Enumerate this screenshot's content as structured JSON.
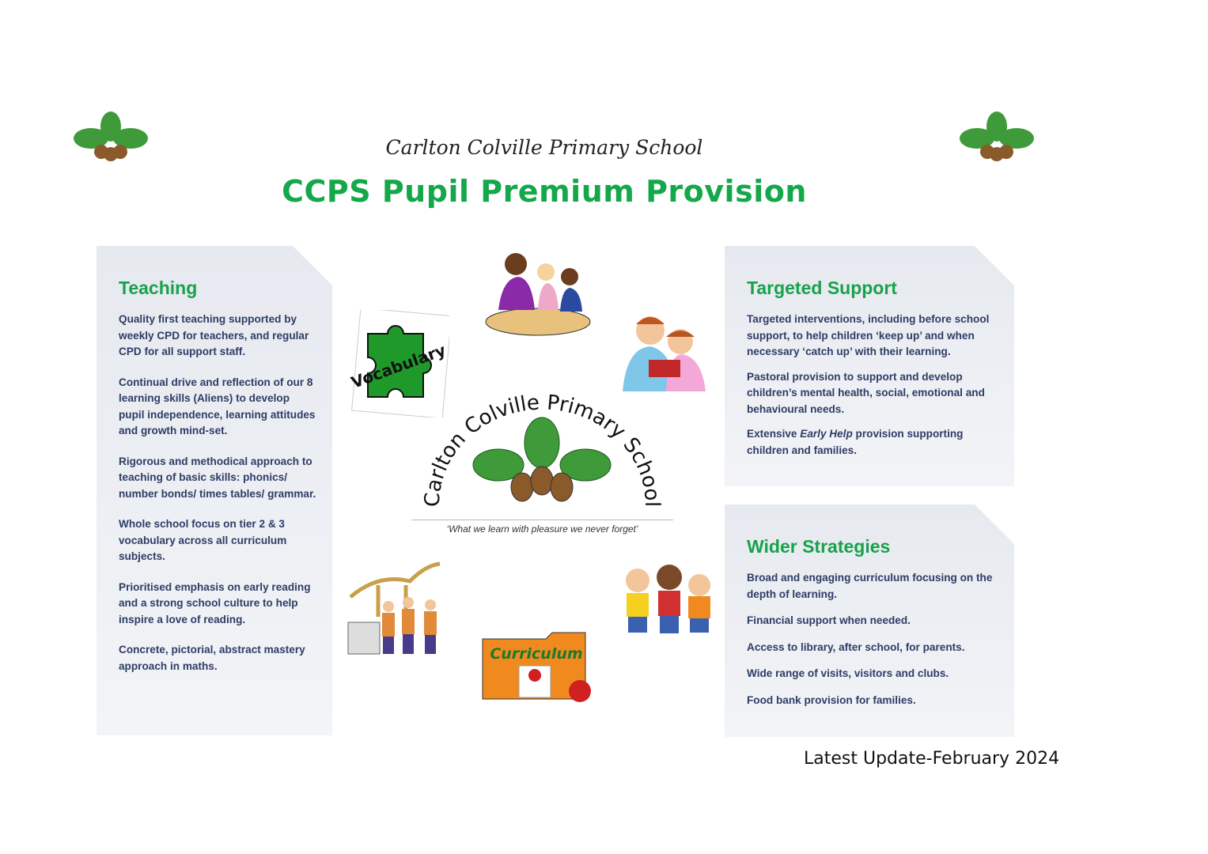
{
  "header": {
    "school_name": "Carlton Colville Primary School",
    "title": "CCPS Pupil Premium Provision"
  },
  "teaching": {
    "heading": "Teaching",
    "items": [
      "Quality first teaching supported by weekly CPD for teachers, and regular CPD for all support staff.",
      "Continual drive and reflection of our 8 learning skills (Aliens) to develop pupil independence, learning attitudes and growth mind-set.",
      "Rigorous and methodical approach to teaching of basic skills: phonics/ number bonds/ times tables/ grammar.",
      "Whole school focus on tier 2 & 3 vocabulary across all curriculum subjects.",
      "Prioritised emphasis on early reading and a strong school culture to help inspire a love of reading.",
      "Concrete, pictorial, abstract mastery approach in maths."
    ]
  },
  "targeted": {
    "heading": "Targeted Support",
    "items": [
      "Targeted interventions, including before school support, to help children ‘keep up’ and when necessary ‘catch up’ with their learning.",
      "Pastoral provision to support and develop children’s mental health, social, emotional and behavioural needs."
    ],
    "early_help": {
      "pre": "Extensive ",
      "em": "Early Help",
      "post": " provision supporting children and families."
    }
  },
  "wider": {
    "heading": "Wider Strategies",
    "items": [
      "Broad and engaging curriculum focusing on the depth of learning.",
      "Financial support when needed.",
      "Access to library, after school, for parents.",
      "Wide range of visits, visitors and clubs.",
      "Food bank provision for families."
    ]
  },
  "logo": {
    "text": "Carlton Colville Primary School",
    "motto": "‘What we learn with pleasure we never forget’"
  },
  "clipart": {
    "vocabulary": "Vocabulary",
    "curriculum": "Curriculum"
  },
  "footer": {
    "update": "Latest Update-February 2024"
  },
  "colors": {
    "green": "#18a24a",
    "navy": "#2e3d66",
    "panel": "#e8ebf0"
  }
}
